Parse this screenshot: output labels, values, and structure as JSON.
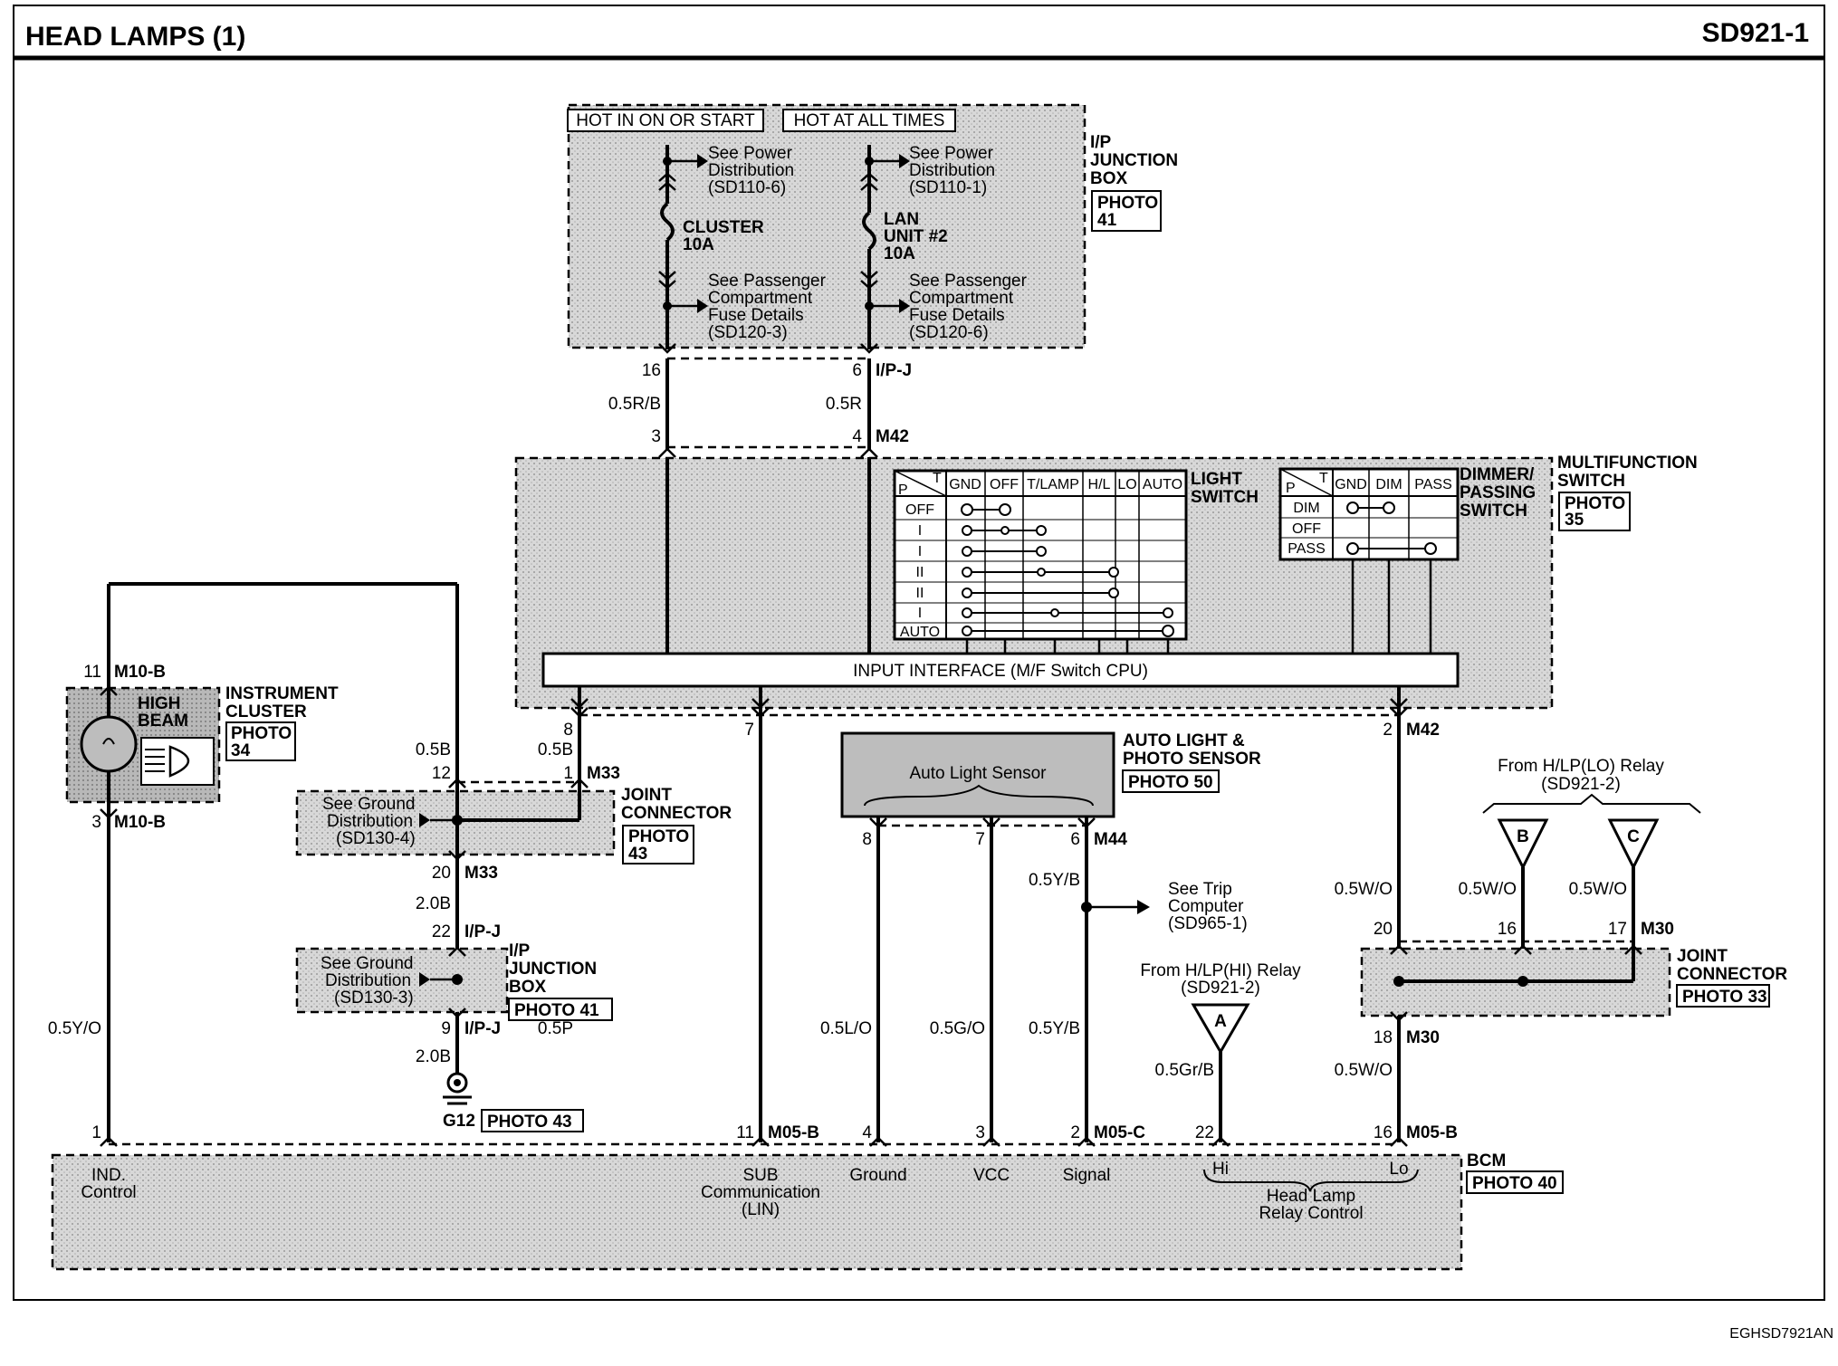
{
  "header": {
    "title": "HEAD LAMPS (1)",
    "code": "SD921-1"
  },
  "footer_code": "EGHSD7921AN",
  "power": {
    "hot_ign": "HOT IN ON OR START",
    "hot_always": "HOT AT ALL TIMES"
  },
  "ip_jb": {
    "label": [
      "I/P",
      "JUNCTION",
      "BOX"
    ],
    "photo": [
      "PHOTO",
      "41"
    ],
    "left_top_ref": [
      "See Power",
      "Distribution",
      "(SD110-6)"
    ],
    "left_fuse": [
      "CLUSTER",
      "10A"
    ],
    "left_bottom_ref": [
      "See Passenger",
      "Compartment",
      "Fuse Details",
      "(SD120-3)"
    ],
    "right_top_ref": [
      "See Power",
      "Distribution",
      "(SD110-1)"
    ],
    "right_fuse": [
      "LAN",
      "UNIT #2",
      "10A"
    ],
    "right_bottom_ref": [
      "See Passenger",
      "Compartment",
      "Fuse Details",
      "(SD120-6)"
    ]
  },
  "pins_upper": {
    "p16": "16",
    "p6": "6",
    "ipj": "I/P-J",
    "wire_l": "0.5R/B",
    "wire_r": "0.5R",
    "p3": "3",
    "p4": "4",
    "m42": "M42"
  },
  "mfs": {
    "label": [
      "MULTIFUNCTION",
      "SWITCH"
    ],
    "photo": [
      "PHOTO",
      "35"
    ],
    "light_label": [
      "LIGHT",
      "SWITCH"
    ],
    "dimmer_label": [
      "DIMMER/",
      "PASSING",
      "SWITCH"
    ],
    "light_cols": [
      "GND",
      "OFF",
      "T/LAMP",
      "H/L",
      "LO",
      "AUTO"
    ],
    "light_rows": [
      "OFF",
      "I",
      "I",
      "II",
      "II",
      "I",
      "AUTO"
    ],
    "dim_cols": [
      "GND",
      "DIM",
      "PASS"
    ],
    "dim_rows": [
      "DIM",
      "OFF",
      "PASS"
    ],
    "table_p": "P",
    "table_t": "T",
    "cpu": "INPUT INTERFACE (M/F Switch CPU)",
    "pins": {
      "p8": "8",
      "p7": "7",
      "p2": "2",
      "m42": "M42"
    }
  },
  "cluster": {
    "label": [
      "INSTRUMENT",
      "CLUSTER"
    ],
    "photo": [
      "PHOTO",
      "34"
    ],
    "lamp": [
      "HIGH",
      "BEAM"
    ],
    "pin_top": "11",
    "conn_top": "M10-B",
    "pin_bot": "3",
    "conn_bot": "M10-B",
    "wire": "0.5Y/O"
  },
  "jc_m33": {
    "label": [
      "JOINT",
      "CONNECTOR"
    ],
    "photo": [
      "PHOTO",
      "43"
    ],
    "ref": [
      "See Ground",
      "Distribution",
      "(SD130-4)"
    ],
    "wire_l": "0.5B",
    "wire_r": "0.5B",
    "p12": "12",
    "p1": "1",
    "conn": "M33",
    "p20": "20",
    "conn2": "M33",
    "wire_down": "2.0B"
  },
  "ipjb_lower": {
    "label": [
      "I/P",
      "JUNCTION",
      "BOX"
    ],
    "photo": "PHOTO 41",
    "ref": [
      "See Ground",
      "Distribution",
      "(SD130-3)"
    ],
    "p22": "22",
    "c22": "I/P-J",
    "p9": "9",
    "c9": "I/P-J",
    "wire": "2.0B",
    "ground": "G12",
    "ground_photo": "PHOTO 43"
  },
  "sensor": {
    "label": [
      "AUTO LIGHT &",
      "PHOTO SENSOR"
    ],
    "photo": "PHOTO 50",
    "inner": "Auto Light Sensor",
    "p8": "8",
    "p7": "7",
    "p6": "6",
    "conn": "M44",
    "wire_sig_top": "0.5Y/B",
    "trip_ref": [
      "See Trip",
      "Computer",
      "(SD965-1)"
    ],
    "wire_gnd": "0.5L/O",
    "wire_vcc": "0.5G/O",
    "wire_sig": "0.5Y/B"
  },
  "relay_hi": {
    "label": [
      "From H/LP(HI) Relay",
      "(SD921-2)"
    ],
    "connector": "A",
    "wire": "0.5Gr/B"
  },
  "relay_lo": {
    "label": [
      "From H/LP(LO) Relay",
      "(SD921-2)"
    ],
    "conn_b": "B",
    "conn_c": "C"
  },
  "jc_m30": {
    "label": [
      "JOINT",
      "CONNECTOR"
    ],
    "photo": "PHOTO 33",
    "wire_top": "0.5W/O",
    "wire_b": "0.5W/O",
    "wire_c": "0.5W/O",
    "p20": "20",
    "p16": "16",
    "p17": "17",
    "conn": "M30",
    "p18": "18",
    "conn2": "M30",
    "wire_bot": "0.5W/O"
  },
  "wire_mid": "0.5P",
  "bcm": {
    "label": "BCM",
    "photo": "PHOTO 40",
    "pins": {
      "p1": "1",
      "p11": "11",
      "c11": "M05-B",
      "p4": "4",
      "p3": "3",
      "p2": "2",
      "c2": "M05-C",
      "p22": "22",
      "p16": "16",
      "c16": "M05-B"
    },
    "ind": [
      "IND.",
      "Control"
    ],
    "sub": [
      "SUB",
      "Communication",
      "(LIN)"
    ],
    "ground": "Ground",
    "vcc": "VCC",
    "signal": "Signal",
    "hi": "Hi",
    "lo": "Lo",
    "relay_ctrl": [
      "Head Lamp",
      "Relay Control"
    ]
  }
}
